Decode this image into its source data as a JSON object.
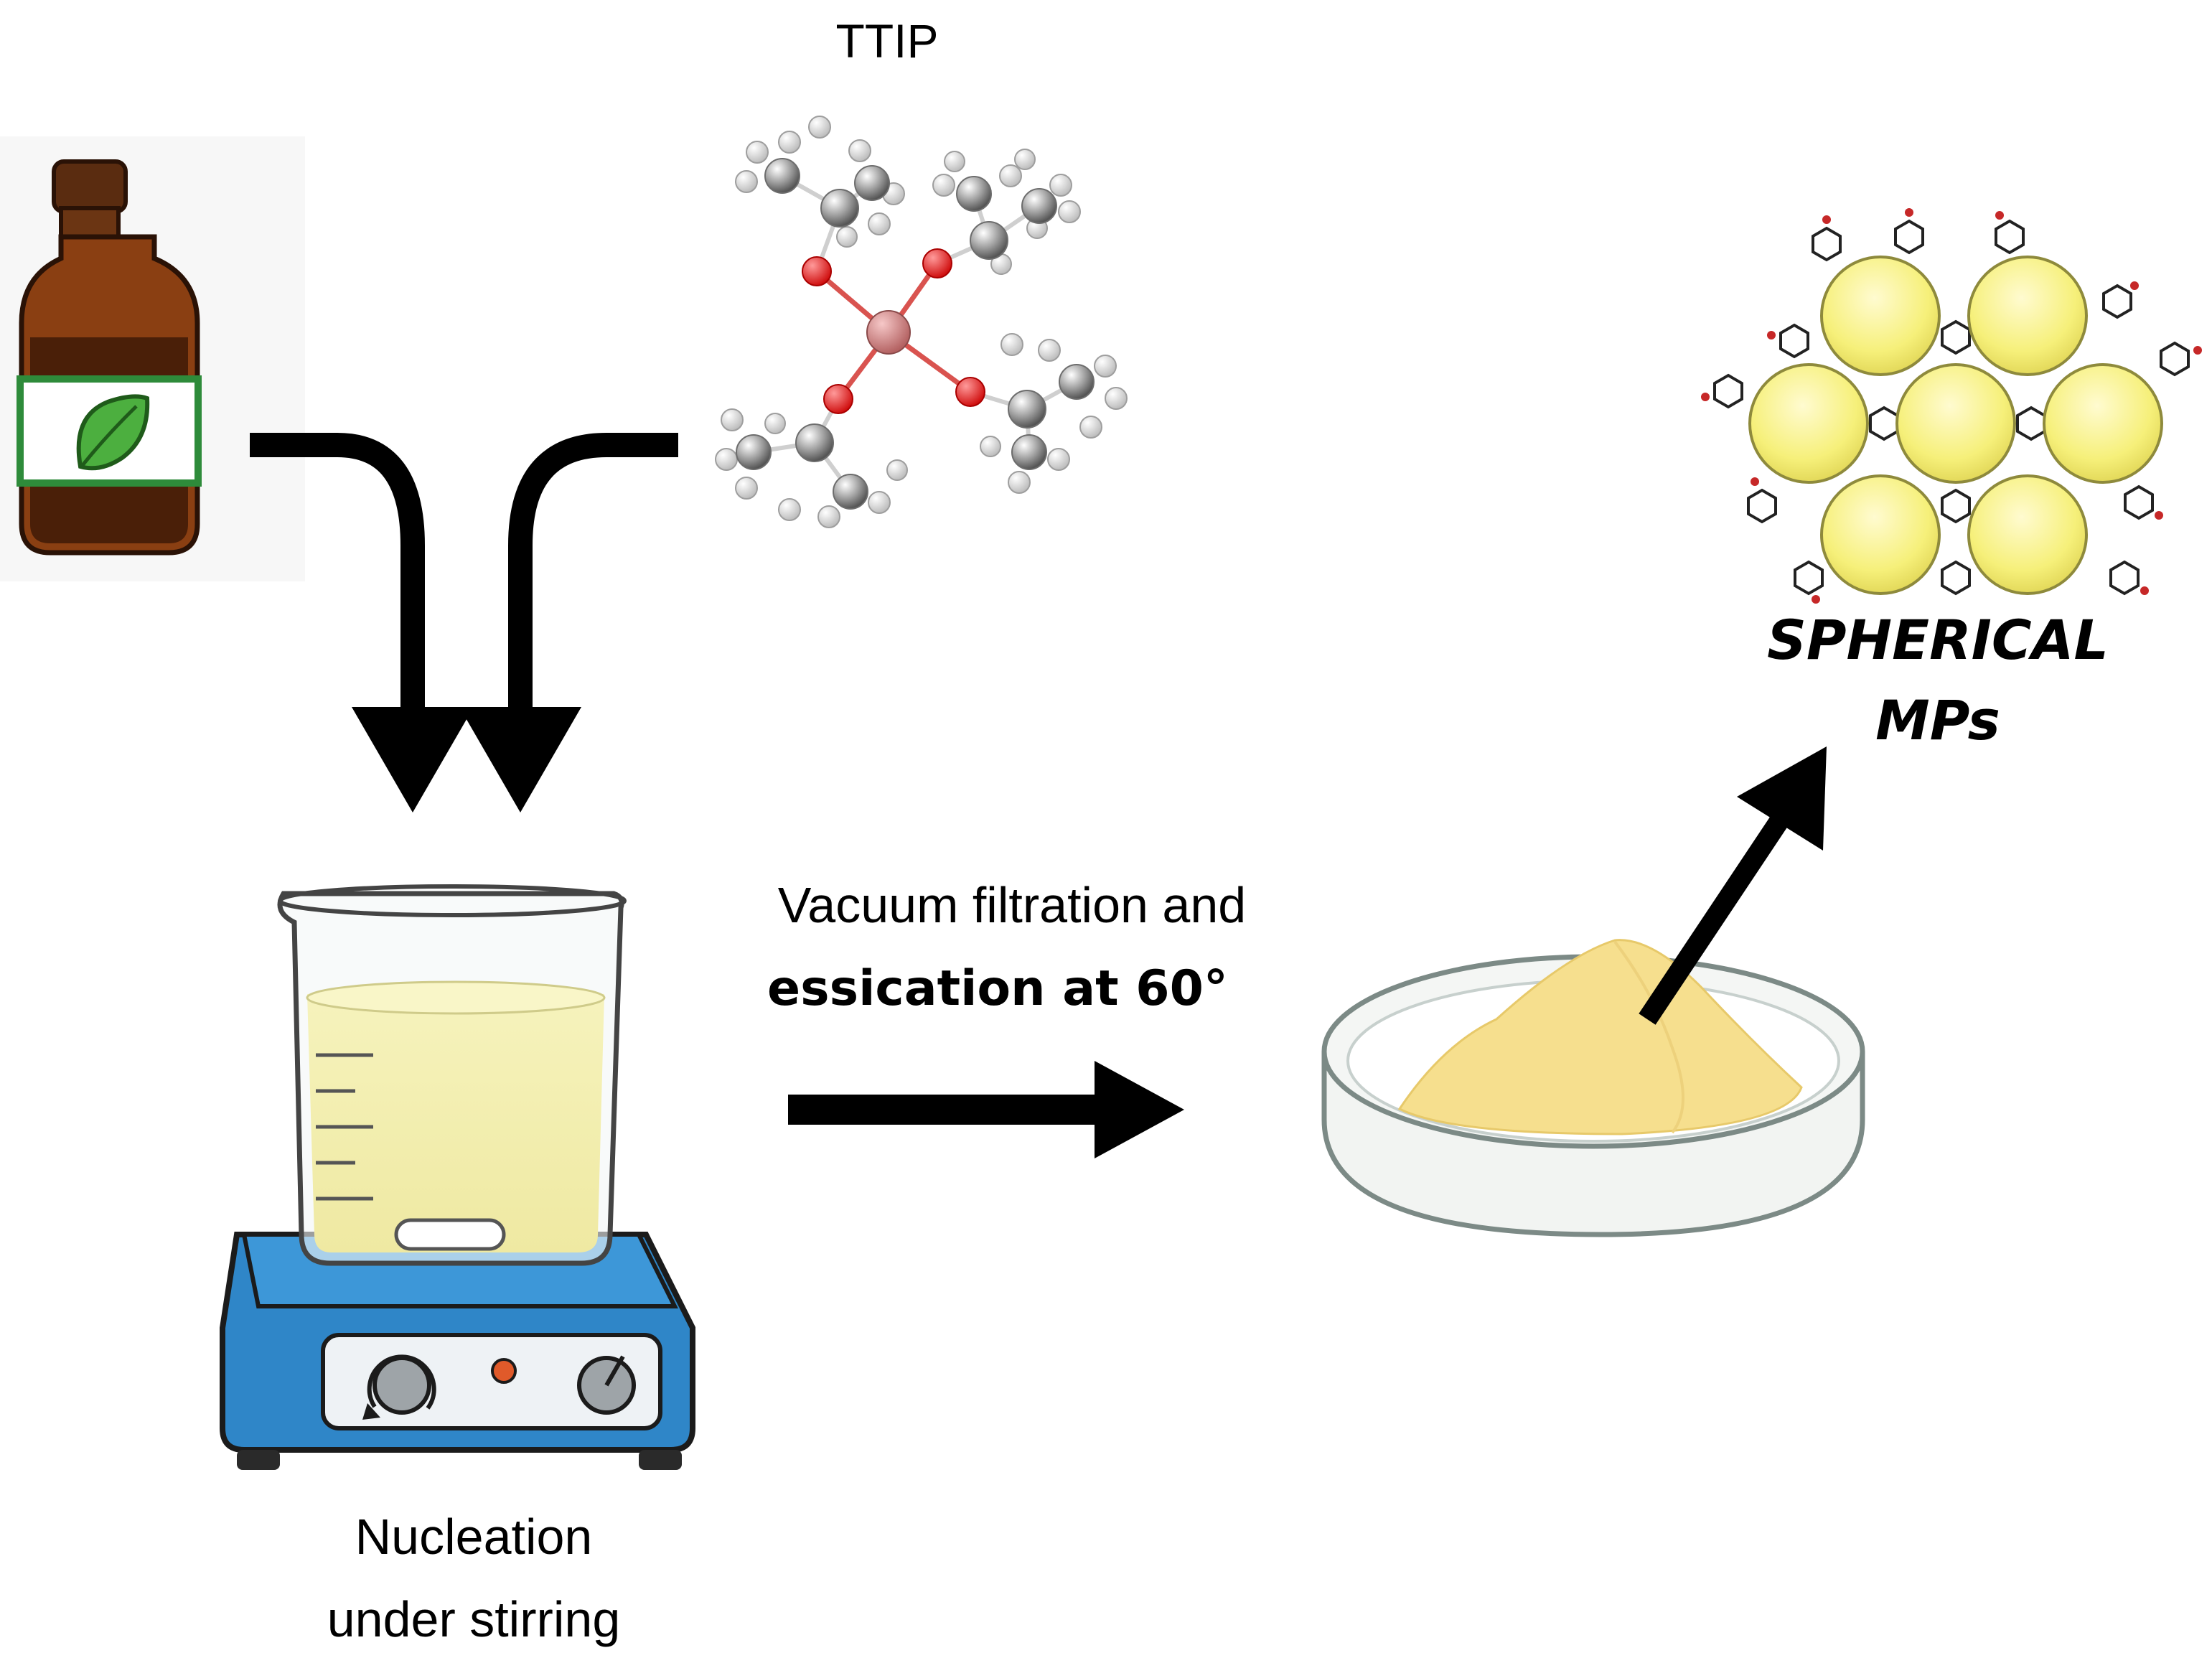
{
  "labels": {
    "precursor": "TTIP",
    "process_line1": "Vacuum filtration and",
    "process_line2": "essication at 60°",
    "product_line1": "SPHERICAL",
    "product_line2": "MPs",
    "step_line1": "Nucleation",
    "step_line2": "under stirring"
  },
  "icons": {
    "extract_bottle": "amber-bottle-with-leaf-icon",
    "ttip_molecule": "ball-and-stick-molecule-icon",
    "beaker": "beaker-on-magnetic-stirrer-icon",
    "petri_dish": "petri-dish-with-yellow-powder-icon",
    "particles": "spherical-microparticles-cluster-icon"
  },
  "colors": {
    "arrow": "#000000",
    "solution": "#f3efb3",
    "powder": "#f6df8e",
    "sphere": "#f6f07a",
    "stirrer": "#2f86c8",
    "bottle": "#7a3a12",
    "leaf": "#4caf3f",
    "oxygen": "#e8191b",
    "titanium": "#d98a8a"
  }
}
